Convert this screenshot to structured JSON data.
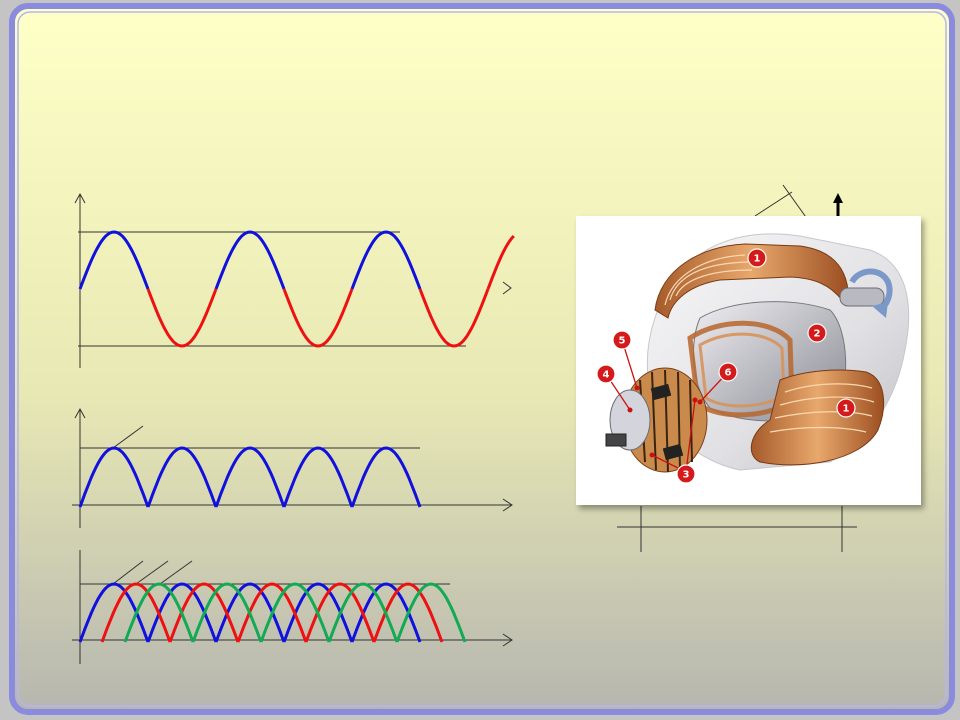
{
  "colors": {
    "bg_top": "#ffffc8",
    "bg_bottom": "#b8b8b8",
    "frame": "#8888dd",
    "positive": "#1111dd",
    "negative": "#ee1111",
    "third": "#11aa55",
    "axis": "#333333"
  },
  "motor": {
    "labels": [
      "1",
      "2",
      "6",
      "5",
      "4",
      "1",
      "3"
    ]
  },
  "icons": {
    "rotation": "rotation-arrow-icon",
    "up_arrow": "up-arrow-icon"
  }
}
